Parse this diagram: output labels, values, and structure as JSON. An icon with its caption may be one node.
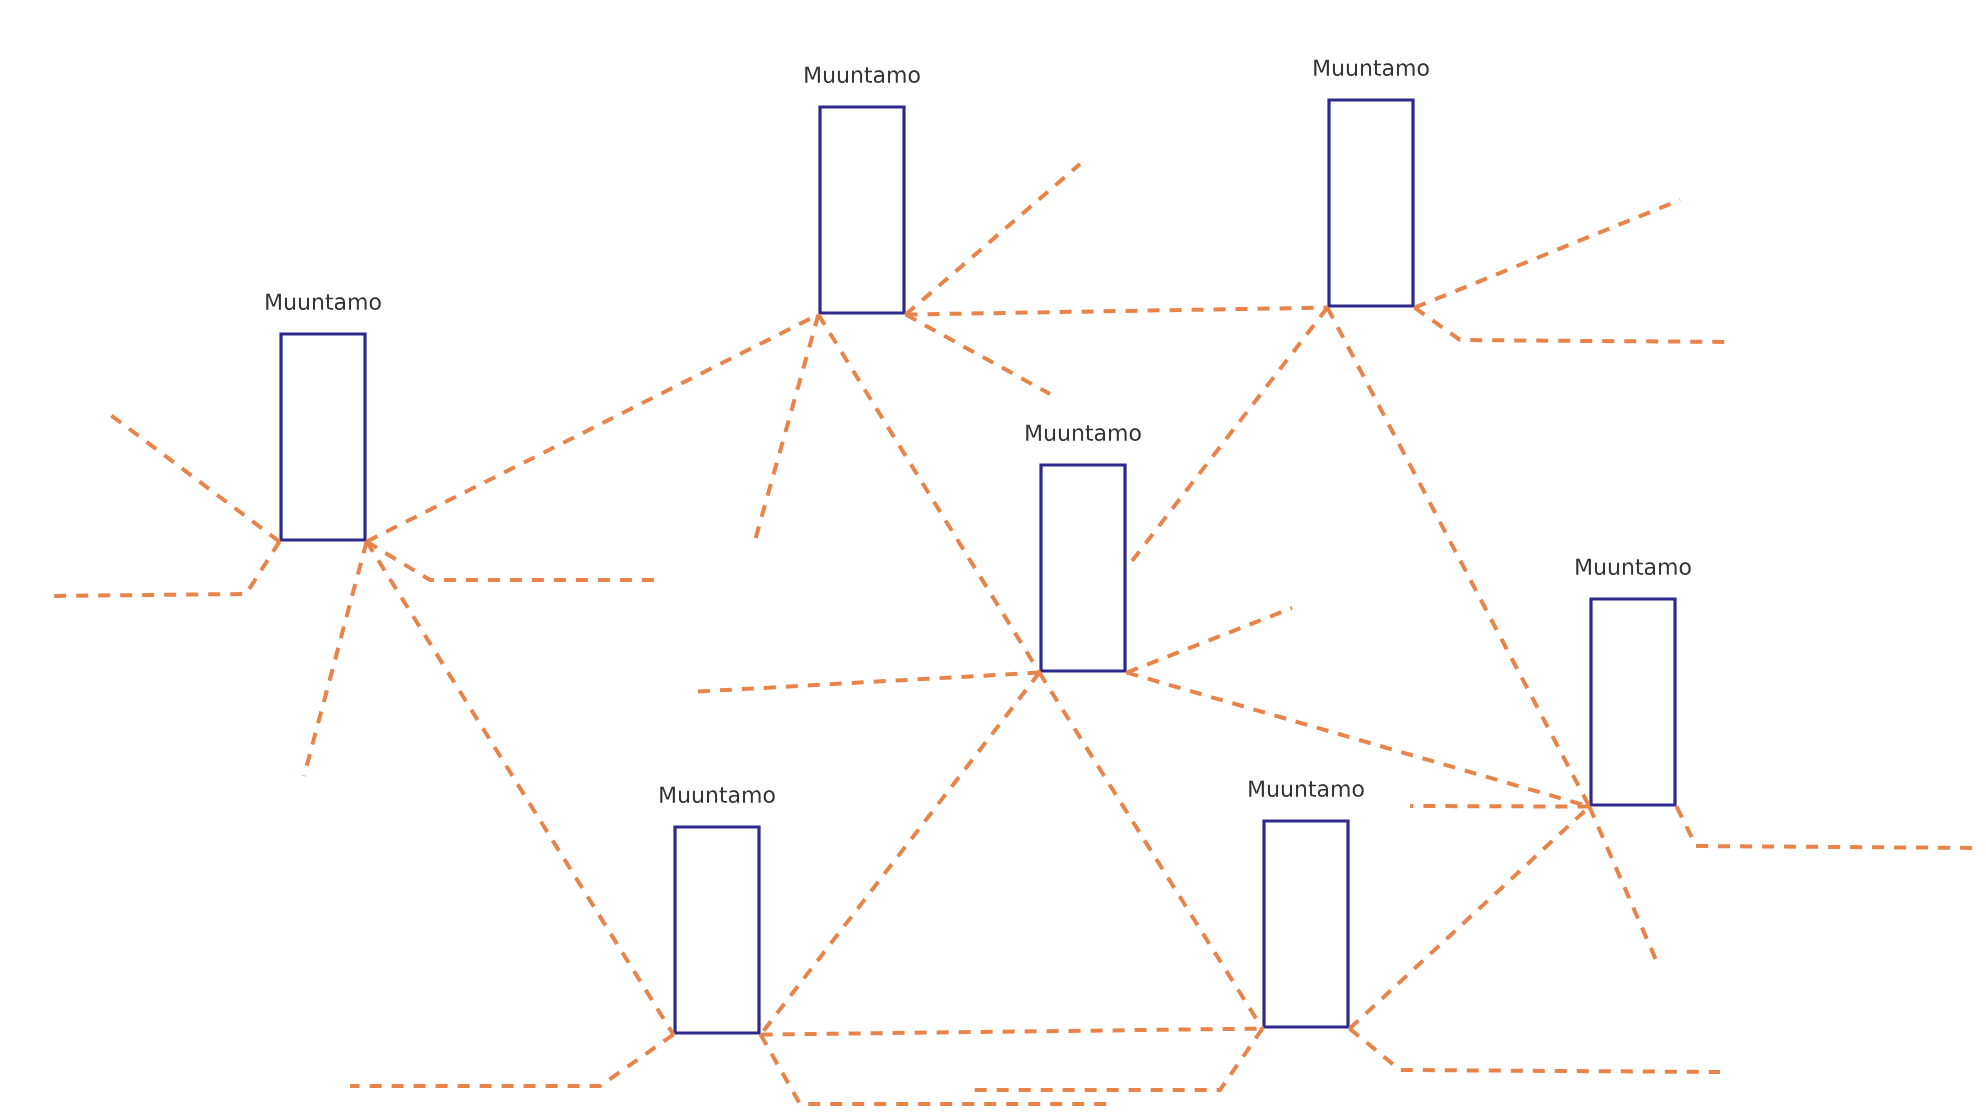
{
  "diagram": {
    "nodes": [
      {
        "text": [
          "Muuntamo"
        ]
      },
      {
        "text": [
          "Muuntamo"
        ]
      },
      {
        "text": [
          "Muuntamo"
        ]
      },
      {
        "text": [
          "Muuntamo"
        ]
      },
      {
        "text": [
          "Muuntamo"
        ]
      },
      {
        "text": [
          "Muuntamo"
        ]
      },
      {
        "text": [
          "Muuntamo"
        ]
      }
    ],
    "edges": [
      {
        "from": 0,
        "to": 1,
        "arrow": "none"
      },
      {
        "from": 0,
        "to": 5,
        "arrow": "none"
      },
      {
        "from": 1,
        "to": 2,
        "arrow": "none"
      },
      {
        "from": 1,
        "to": 3,
        "arrow": "none"
      },
      {
        "from": 2,
        "to": 3,
        "arrow": "none"
      },
      {
        "from": 2,
        "to": 4,
        "arrow": "none"
      },
      {
        "from": 3,
        "to": 4,
        "arrow": "none"
      },
      {
        "from": 3,
        "to": 5,
        "arrow": "none"
      },
      {
        "from": 3,
        "to": 6,
        "arrow": "none"
      },
      {
        "from": 5,
        "to": 6,
        "arrow": "none"
      },
      {
        "from": 6,
        "to": 4,
        "arrow": "none"
      },
      {
        "from": 0,
        "to": null,
        "arrow": "none"
      },
      {
        "from": 0,
        "to": null,
        "arrow": "none"
      },
      {
        "from": 0,
        "to": null,
        "arrow": "none"
      },
      {
        "from": 0,
        "to": null,
        "arrow": "none"
      },
      {
        "from": 1,
        "to": null,
        "arrow": "none"
      },
      {
        "from": 1,
        "to": null,
        "arrow": "none"
      },
      {
        "from": 1,
        "to": null,
        "arrow": "none"
      },
      {
        "from": 2,
        "to": null,
        "arrow": "none"
      },
      {
        "from": 2,
        "to": null,
        "arrow": "none"
      },
      {
        "from": 3,
        "to": null,
        "arrow": "none"
      },
      {
        "from": 3,
        "to": null,
        "arrow": "none"
      },
      {
        "from": 4,
        "to": null,
        "arrow": "none"
      },
      {
        "from": 4,
        "to": null,
        "arrow": "none"
      },
      {
        "from": 4,
        "to": null,
        "arrow": "none"
      },
      {
        "from": 5,
        "to": null,
        "arrow": "none"
      },
      {
        "from": 5,
        "to": null,
        "arrow": "none"
      },
      {
        "from": 6,
        "to": null,
        "arrow": "none"
      },
      {
        "from": 6,
        "to": null,
        "arrow": "none"
      }
    ]
  }
}
